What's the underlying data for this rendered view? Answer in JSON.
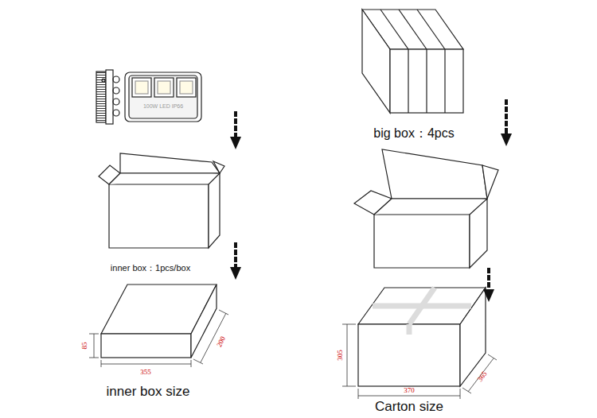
{
  "diagram": {
    "labels": [
      "100W LED IP66",
      "inner box：1pcs/box",
      "85",
      "355",
      "200",
      "inner box size",
      "big box：4pcs",
      "305",
      "370",
      "365",
      "Carton size"
    ]
  }
}
